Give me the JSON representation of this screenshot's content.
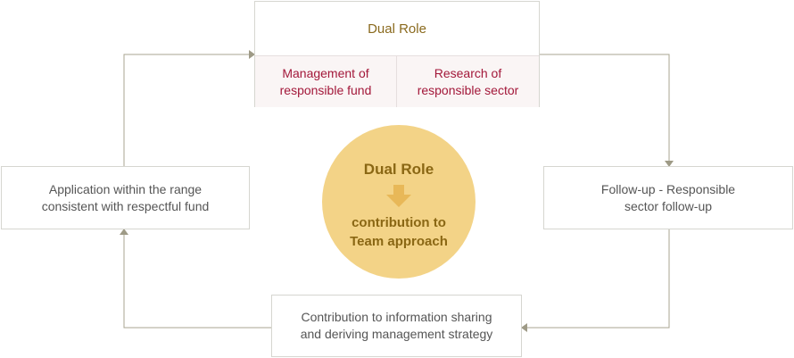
{
  "top": {
    "title": "Dual Role",
    "left_cell": "Management of\nresponsible fund",
    "right_cell": "Research of\nresponsible sector"
  },
  "left_box": "Application within the range\nconsistent with respectful fund",
  "right_box": "Follow-up - Responsible\nsector follow-up",
  "bottom_box": "Contribution to information sharing\nand deriving management strategy",
  "circle": {
    "title": "Dual Role",
    "subtitle": "contribution to\nTeam approach"
  },
  "colors": {
    "circle_fill": "#f3d387",
    "circle_text": "#8a6714",
    "arrow": "#e8b858",
    "sub_text": "#a3183a",
    "connector": "#9e9a86"
  }
}
